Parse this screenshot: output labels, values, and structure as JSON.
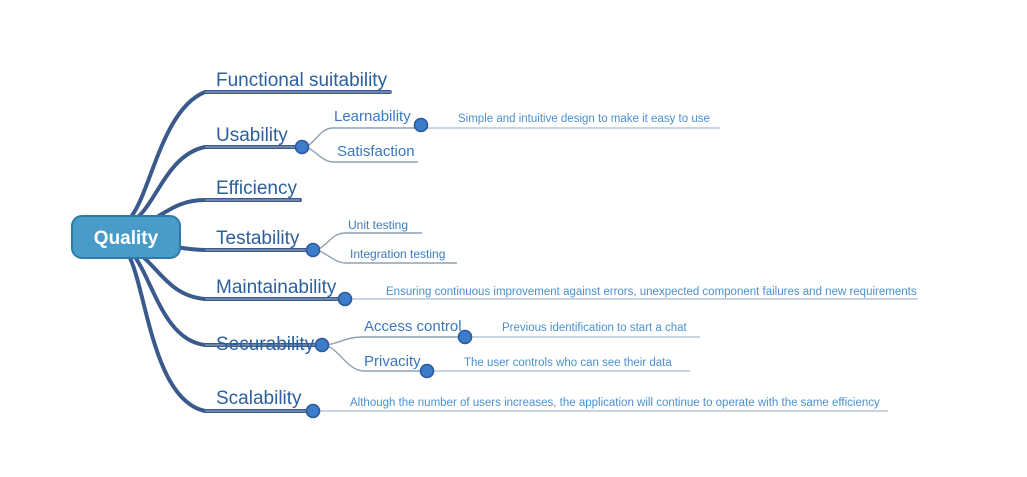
{
  "diagram": {
    "type": "mind-map",
    "title": "Quality",
    "colors": {
      "root_fill": "#4a9cc8",
      "root_stroke": "#2f7aa8",
      "root_text": "#ffffff",
      "branch_stroke": "#3b5a8c",
      "level1_text": "#2b5f9e",
      "level2_text": "#3a78bd",
      "level3_text": "#4a90cf",
      "node_dot_fill": "#3d7cc9",
      "node_dot_stroke": "#2a5a9e",
      "sub_line": "#9aa9bd",
      "background": "#ffffff"
    },
    "root": {
      "label": "Quality"
    },
    "branches": [
      {
        "label": "Functional suitability",
        "children": []
      },
      {
        "label": "Usability",
        "children": [
          {
            "label": "Learnability",
            "detail": "Simple and intuitive design to make it easy to use"
          },
          {
            "label": "Satisfaction",
            "detail": ""
          }
        ]
      },
      {
        "label": "Efficiency",
        "children": []
      },
      {
        "label": "Testability",
        "children": [
          {
            "label": "Unit testing",
            "detail": ""
          },
          {
            "label": "Integration testing",
            "detail": ""
          }
        ]
      },
      {
        "label": "Maintainability",
        "detail": "Ensuring continuous improvement against errors, unexpected component failures and new requirements",
        "children": []
      },
      {
        "label": "Securability",
        "children": [
          {
            "label": "Access control",
            "detail": "Previous identification to start a chat"
          },
          {
            "label": "Privacity",
            "detail": "The user controls who can see their data"
          }
        ]
      },
      {
        "label": "Scalability",
        "detail": "Although the number of users increases, the application will continue to operate with the same efficiency",
        "children": []
      }
    ]
  }
}
